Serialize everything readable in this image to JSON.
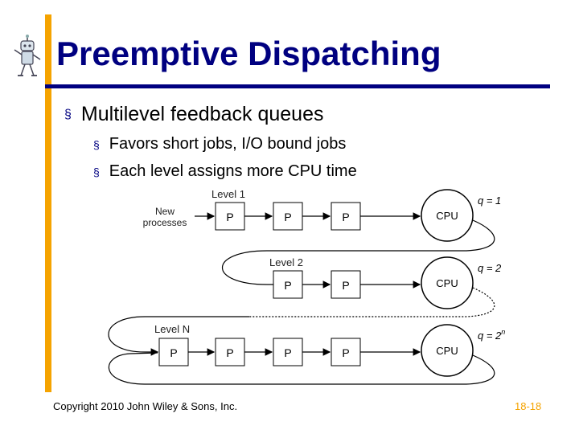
{
  "slide": {
    "title": "Preemptive Dispatching",
    "bullets": [
      {
        "text": "Multilevel feedback queues",
        "level": 1
      },
      {
        "text": "Favors short jobs, I/O bound jobs",
        "level": 2
      },
      {
        "text": "Each level assigns more CPU time",
        "level": 2
      }
    ],
    "bullet_marker": "§",
    "footer": {
      "copyright": "Copyright 2010 John Wiley & Sons, Inc.",
      "page": "18-18"
    },
    "colors": {
      "title": "#000080",
      "accent": "#F5A300",
      "text": "#000000"
    }
  },
  "diagram": {
    "new_processes_label": [
      "New",
      "processes"
    ],
    "cpu_label": "CPU",
    "process_label": "P",
    "levels": [
      {
        "name": "Level 1",
        "quantum": "q = 1",
        "process_count": 3
      },
      {
        "name": "Level 2",
        "quantum": "q = 2",
        "process_count": 2
      },
      {
        "name": "Level N",
        "quantum": "q = 2",
        "quantum_sup": "n",
        "process_count": 4
      }
    ]
  }
}
